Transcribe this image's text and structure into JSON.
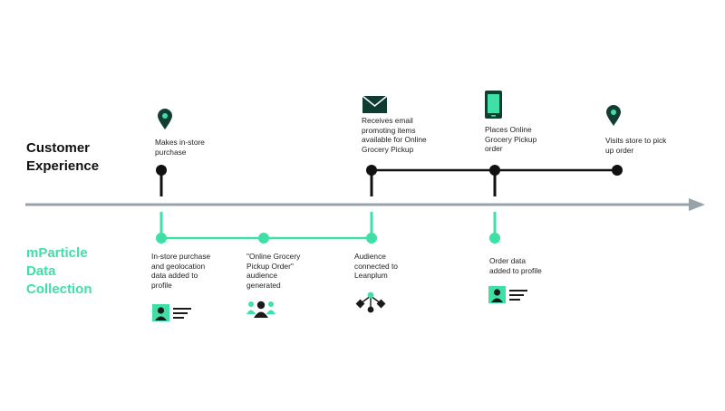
{
  "colors": {
    "axis": "#97a3a8",
    "black": "#111111",
    "green": "#3ee0a6",
    "mail_icon": "#0f3b33",
    "phone_icon": "#123d35",
    "pin_icon": "#123d35",
    "green_icon": "#3ee0a6"
  },
  "sections": {
    "customer_experience": "Customer\nExperience",
    "mparticle": "mParticle\nData\nCollection"
  },
  "customer_events": [
    {
      "label": "Makes in-store\npurchase",
      "icon": "location-pin-icon"
    },
    {
      "label": "Receives email\npromoting items\navailable for Online\nGrocery Pickup",
      "icon": "mail-icon"
    },
    {
      "label": "Places Online\nGrocery Pickup\norder",
      "icon": "phone-icon"
    },
    {
      "label": "Visits store to pick\nup order",
      "icon": "location-pin-icon"
    }
  ],
  "data_events": [
    {
      "label": "In-store purchase\nand geolocation\ndata added to\nprofile",
      "icon": "profile-card-icon"
    },
    {
      "label": "\"Online Grocery\nPickup Order\"\naudience\ngenerated",
      "icon": "audience-icon"
    },
    {
      "label": "Audience\nconnected to\nLeanplum",
      "icon": "connection-icon"
    },
    {
      "label": "Order data\nadded to profile",
      "icon": "profile-card-icon"
    }
  ]
}
